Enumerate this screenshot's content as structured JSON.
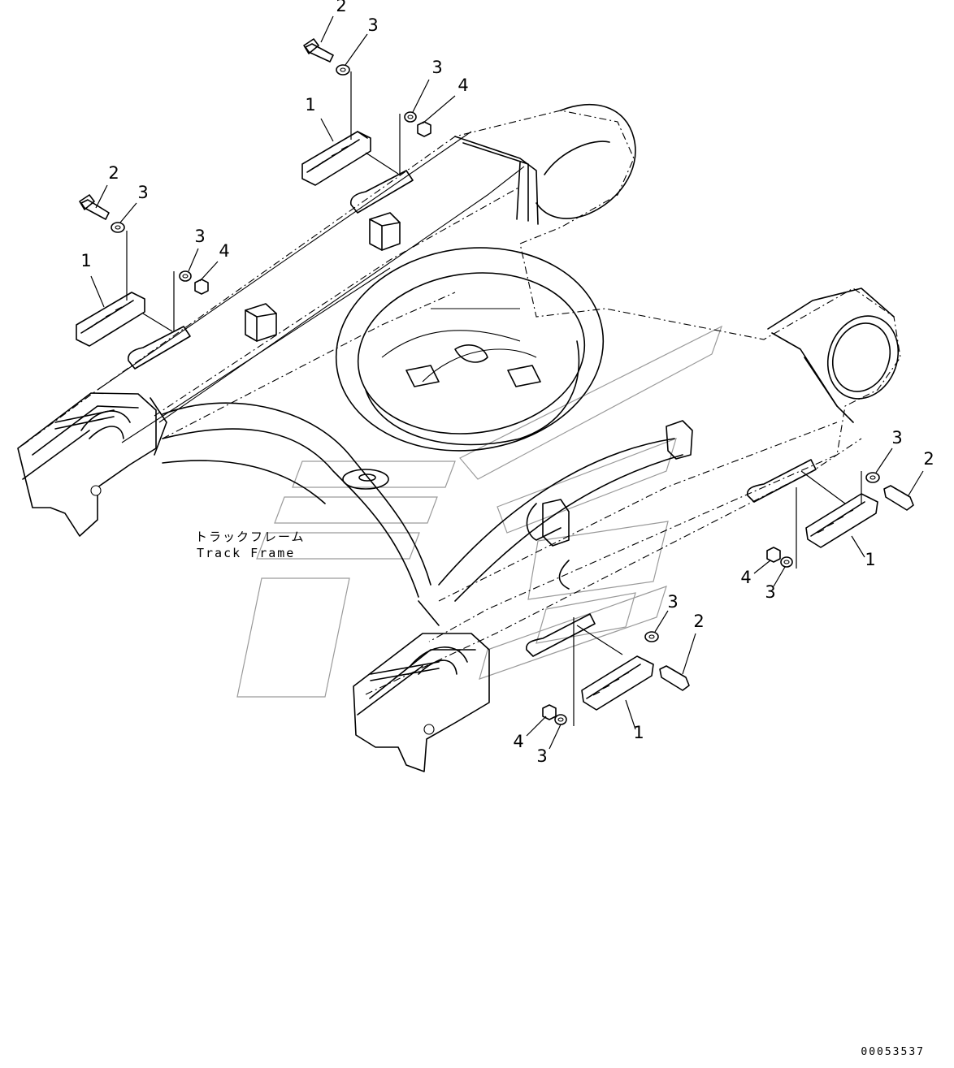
{
  "diagram": {
    "label_japanese": "トラックフレーム",
    "label_english": "Track Frame",
    "drawing_number": "00053537",
    "callouts": [
      {
        "id": "c1",
        "text": "2"
      },
      {
        "id": "c2",
        "text": "3"
      },
      {
        "id": "c3",
        "text": "1"
      },
      {
        "id": "c4",
        "text": "3"
      },
      {
        "id": "c5",
        "text": "4"
      },
      {
        "id": "c6",
        "text": "2"
      },
      {
        "id": "c7",
        "text": "3"
      },
      {
        "id": "c8",
        "text": "1"
      },
      {
        "id": "c9",
        "text": "3"
      },
      {
        "id": "c10",
        "text": "4"
      },
      {
        "id": "c11",
        "text": "3"
      },
      {
        "id": "c12",
        "text": "2"
      },
      {
        "id": "c13",
        "text": "1"
      },
      {
        "id": "c14",
        "text": "4"
      },
      {
        "id": "c15",
        "text": "3"
      },
      {
        "id": "c16",
        "text": "3"
      },
      {
        "id": "c17",
        "text": "2"
      },
      {
        "id": "c18",
        "text": "1"
      },
      {
        "id": "c19",
        "text": "4"
      },
      {
        "id": "c20",
        "text": "3"
      }
    ]
  }
}
